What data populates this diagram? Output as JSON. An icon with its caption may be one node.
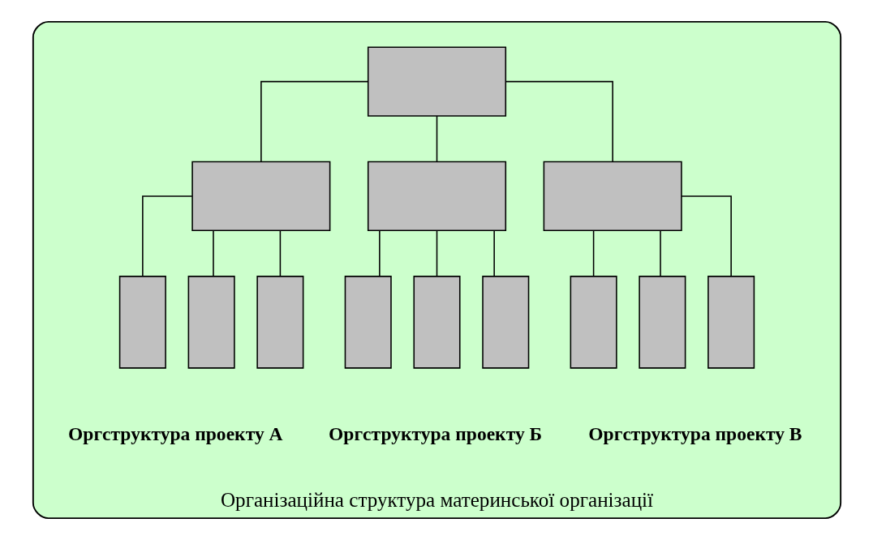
{
  "diagram": {
    "nodes": [
      {
        "text": [
          "Організаційна структура материнської організації"
        ]
      },
      {
        "text": [],
        "shape": "box",
        "in": 0
      },
      {
        "text": [],
        "shape": "box",
        "in": 0
      },
      {
        "text": [],
        "shape": "box",
        "in": 0
      },
      {
        "text": [],
        "shape": "box",
        "in": 0
      },
      {
        "text": [],
        "shape": "box",
        "in": 0
      },
      {
        "text": [],
        "shape": "box",
        "in": 0
      },
      {
        "text": [],
        "shape": "box",
        "in": 0
      },
      {
        "text": [],
        "shape": "box",
        "in": 0
      },
      {
        "text": [],
        "shape": "box",
        "in": 0
      },
      {
        "text": [],
        "shape": "box",
        "in": 0
      },
      {
        "text": [],
        "shape": "box",
        "in": 0
      },
      {
        "text": [],
        "shape": "box",
        "in": 0
      },
      {
        "text": [],
        "shape": "box",
        "in": 0
      }
    ],
    "edges": [
      {
        "from": 1,
        "to": 2,
        "arrow": "none"
      },
      {
        "from": 1,
        "to": 3,
        "arrow": "none"
      },
      {
        "from": 1,
        "to": 4,
        "arrow": "none"
      },
      {
        "from": 2,
        "to": 5,
        "arrow": "none"
      },
      {
        "from": 2,
        "to": 6,
        "arrow": "none"
      },
      {
        "from": 2,
        "to": 7,
        "arrow": "none"
      },
      {
        "from": 3,
        "to": 8,
        "arrow": "none"
      },
      {
        "from": 3,
        "to": 9,
        "arrow": "none"
      },
      {
        "from": 3,
        "to": 10,
        "arrow": "none"
      },
      {
        "from": 4,
        "to": 11,
        "arrow": "none"
      },
      {
        "from": 4,
        "to": 12,
        "arrow": "none"
      },
      {
        "from": 4,
        "to": 13,
        "arrow": "none"
      }
    ],
    "labels": [
      "Оргструктура проекту А",
      "Оргструктура проекту Б",
      "Оргструктура проекту В"
    ]
  }
}
